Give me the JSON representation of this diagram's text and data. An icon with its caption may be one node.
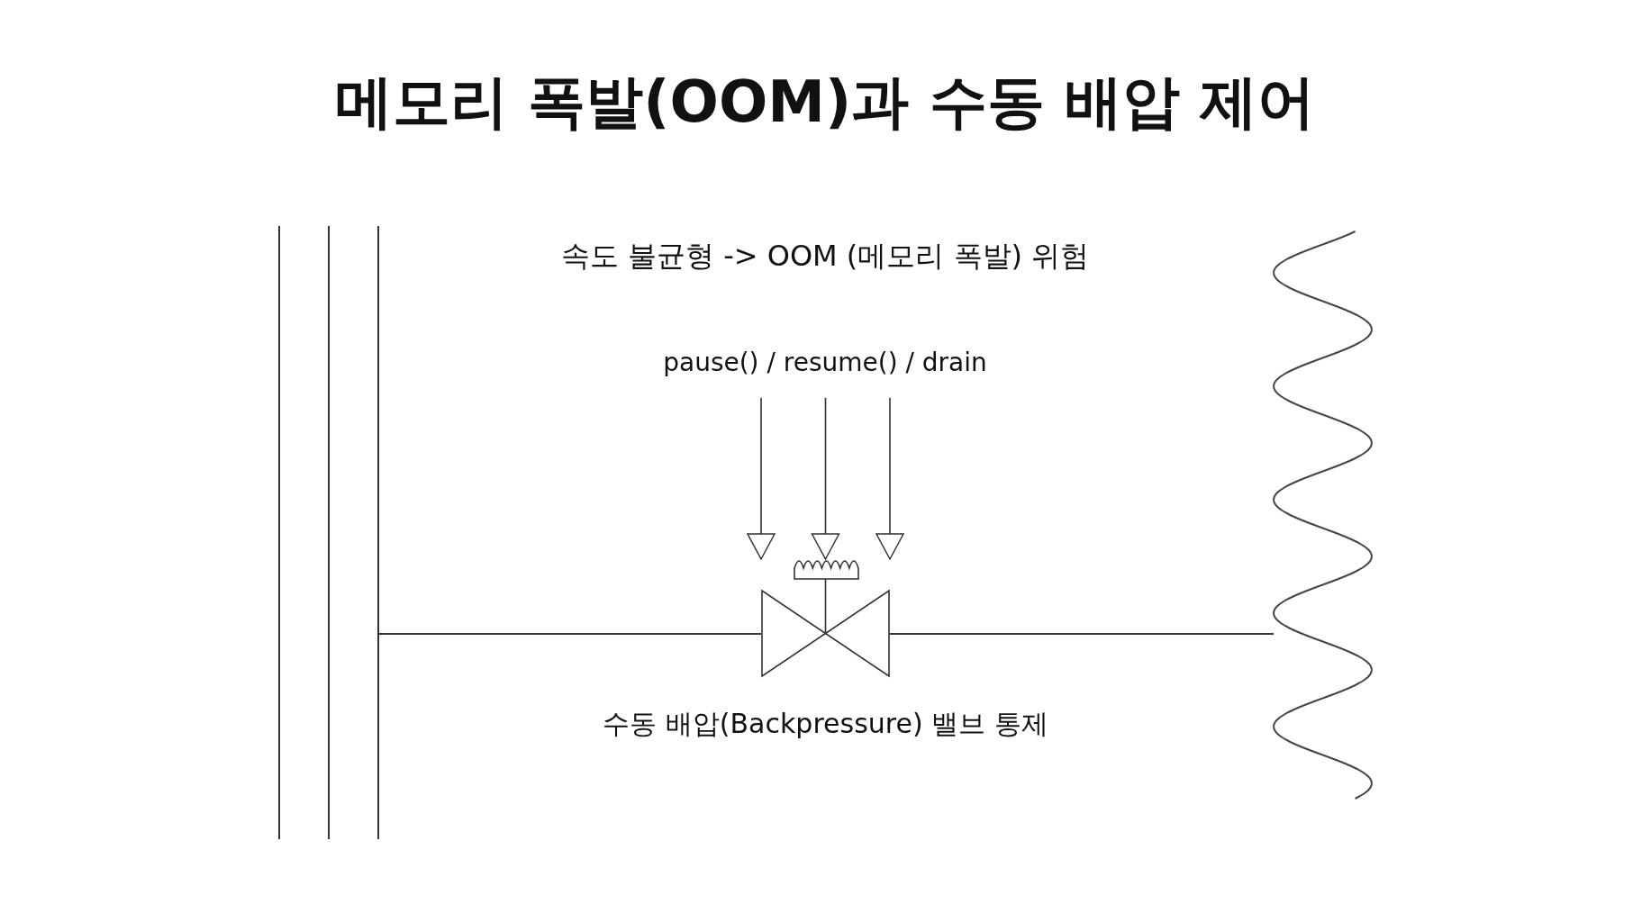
{
  "diagram": {
    "title": "메모리 폭발(OOM)과 수동 배압 제어",
    "nodes": [
      {
        "text": [
          "pause() / resume() / drain"
        ]
      },
      {
        "text": [],
        "shape": "valve",
        "beside": [
          "수동 배압(Backpressure) 밸브 통제"
        ]
      }
    ],
    "edges": [
      {
        "from": 0,
        "to": 1,
        "arrow": "to"
      },
      {
        "from": 0,
        "to": 1,
        "arrow": "to"
      },
      {
        "from": 0,
        "to": 1,
        "arrow": "to"
      }
    ],
    "labels": [
      "속도 불균형 -> OOM (메모리 폭발) 위험"
    ]
  }
}
